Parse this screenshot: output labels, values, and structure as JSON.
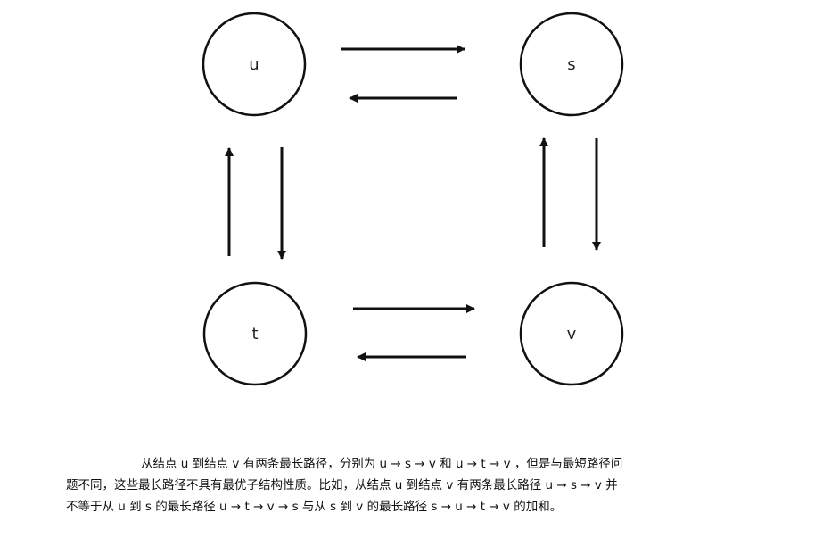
{
  "diagram": {
    "nodes": [
      {
        "id": "u",
        "label": "u"
      },
      {
        "id": "s",
        "label": "s"
      },
      {
        "id": "t",
        "label": "t"
      },
      {
        "id": "v",
        "label": "v"
      }
    ],
    "edges": [
      {
        "from": "u",
        "to": "s"
      },
      {
        "from": "s",
        "to": "u"
      },
      {
        "from": "t",
        "to": "u"
      },
      {
        "from": "u",
        "to": "t"
      },
      {
        "from": "v",
        "to": "s"
      },
      {
        "from": "s",
        "to": "v"
      },
      {
        "from": "t",
        "to": "v"
      },
      {
        "from": "v",
        "to": "t"
      }
    ]
  },
  "caption": {
    "line1": "从结点 u 到结点 v 有两条最长路径，分别为 u → s → v 和 u → t → v ，但是与最短路径问",
    "line2": "题不同，这些最长路径不具有最优子结构性质。比如，从结点 u 到结点 v 有两条最长路径 u → s → v 并",
    "line3": "不等于从 u 到 s 的最长路径  u → t → v → s 与从 s 到 v 的最长路径 s → u → t → v 的加和。"
  }
}
